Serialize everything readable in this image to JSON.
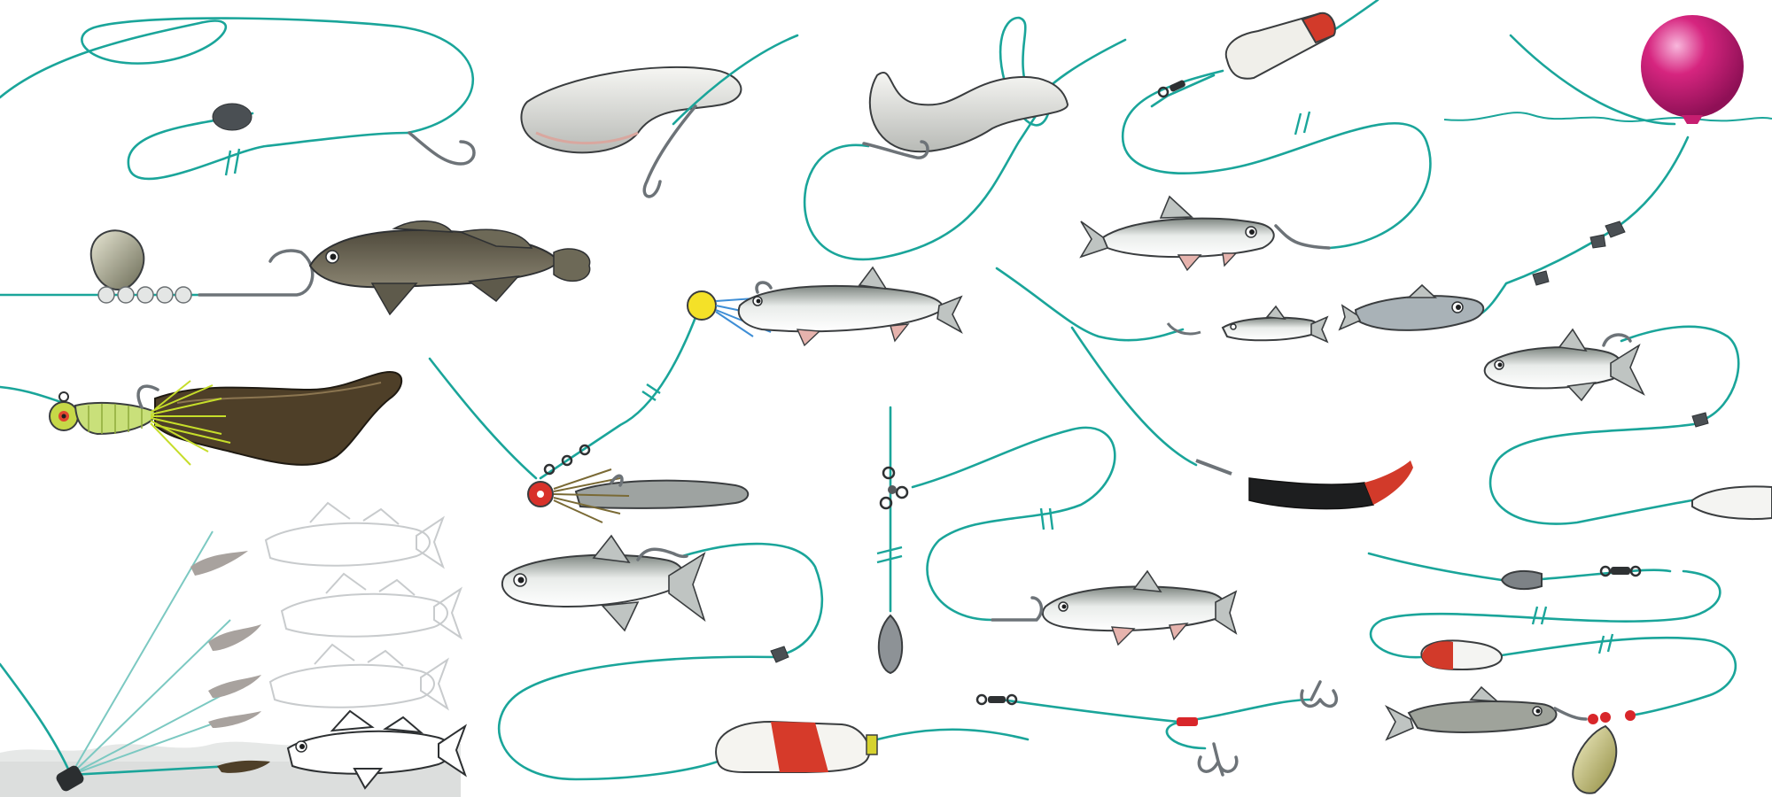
{
  "scene": {
    "background": "#ffffff",
    "line_color": "#1aa59a",
    "hook_color": "#6d7378"
  },
  "rigs": [
    {
      "name": "slip-sinker-hook-rig",
      "icons": [
        "egg-sinker-icon",
        "hook-icon",
        "line-break-icon"
      ]
    },
    {
      "name": "plastic-curly-tail-rig",
      "icons": [
        "soft-plastic-icon",
        "hook-icon"
      ]
    },
    {
      "name": "twister-tail-rig",
      "icons": [
        "soft-plastic-icon",
        "hook-icon"
      ]
    },
    {
      "name": "float-minnow-rig",
      "icons": [
        "cork-float-icon",
        "swivel-icon",
        "minnow-icon",
        "line-break-icon"
      ]
    },
    {
      "name": "balloon-rig",
      "icons": [
        "balloon-icon",
        "split-shot-icon",
        "baitfish-icon"
      ]
    },
    {
      "name": "spinner-goby-rig",
      "icons": [
        "spinner-blade-icon",
        "beads-icon",
        "goby-icon"
      ]
    },
    {
      "name": "jig-bucktail-rig",
      "icons": [
        "jig-head-icon",
        "bucktail-icon",
        "plastic-tail-icon"
      ]
    },
    {
      "name": "jig-minnow-rig",
      "icons": [
        "jig-head-icon",
        "minnow-icon"
      ]
    },
    {
      "name": "quick-strike-rig",
      "icons": [
        "minnow-icon",
        "treble-hook-icon"
      ]
    },
    {
      "name": "slip-bobber-tail-rig",
      "icons": [
        "jig-head-icon",
        "swivel-icon",
        "tube-icon",
        "line-break-icon"
      ]
    },
    {
      "name": "three-way-rig",
      "icons": [
        "three-way-swivel-icon",
        "bell-sinker-icon",
        "minnow-icon",
        "line-break-icon"
      ]
    },
    {
      "name": "bobber-baitfish-rig",
      "icons": [
        "baitfish-icon",
        "split-shot-icon",
        "slip-float-icon"
      ]
    },
    {
      "name": "planer-minnow-rig",
      "icons": [
        "minnow-icon",
        "snap-icon",
        "worm-harness-icon"
      ]
    },
    {
      "name": "bottom-bouncer-rig",
      "icons": [
        "bullet-weight-icon",
        "swivel-icon",
        "float-icon",
        "spinner-blade-icon",
        "line-break-icon"
      ]
    },
    {
      "name": "double-treble-rig",
      "icons": [
        "swivel-icon",
        "treble-hook-icon",
        "bead-icon"
      ]
    },
    {
      "name": "walleye-lift-sequence",
      "icons": [
        "walleye-icon",
        "jig-icon"
      ]
    }
  ]
}
